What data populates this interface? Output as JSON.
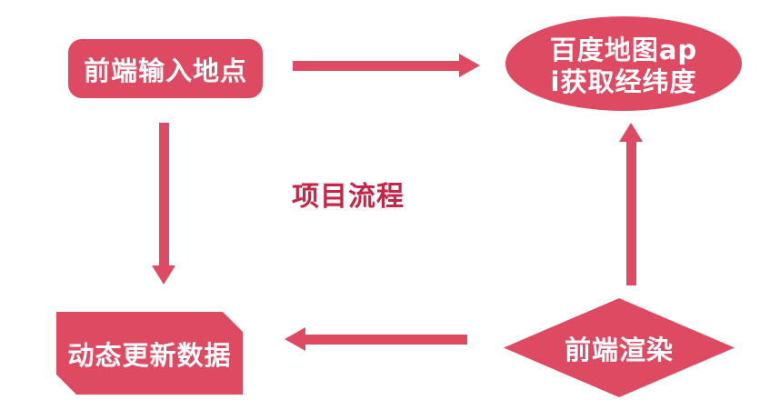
{
  "diagram": {
    "title": "项目流程",
    "nodes": {
      "input_location": {
        "label": "前端输入地点",
        "shape": "rounded-rectangle"
      },
      "baidu_api": {
        "line1": "百度地图ap",
        "line2": "i获取经纬度",
        "shape": "ellipse"
      },
      "update_data": {
        "label": "动态更新数据",
        "shape": "snipped-corner-rectangle"
      },
      "frontend_render": {
        "label": "前端渲染",
        "shape": "diamond"
      }
    },
    "edges": [
      {
        "from": "input_location",
        "to": "baidu_api",
        "arrow_direction": "right"
      },
      {
        "from": "input_location",
        "to": "update_data",
        "arrow_direction": "down"
      },
      {
        "from": "frontend_render",
        "to": "baidu_api",
        "arrow_direction": "up"
      },
      {
        "from": "frontend_render",
        "to": "update_data",
        "arrow_direction": "left"
      }
    ]
  },
  "colors": {
    "shape_fill": "#dd4a62",
    "title_text": "#c52547",
    "node_text": "#ffffff",
    "background": "#ffffff"
  }
}
